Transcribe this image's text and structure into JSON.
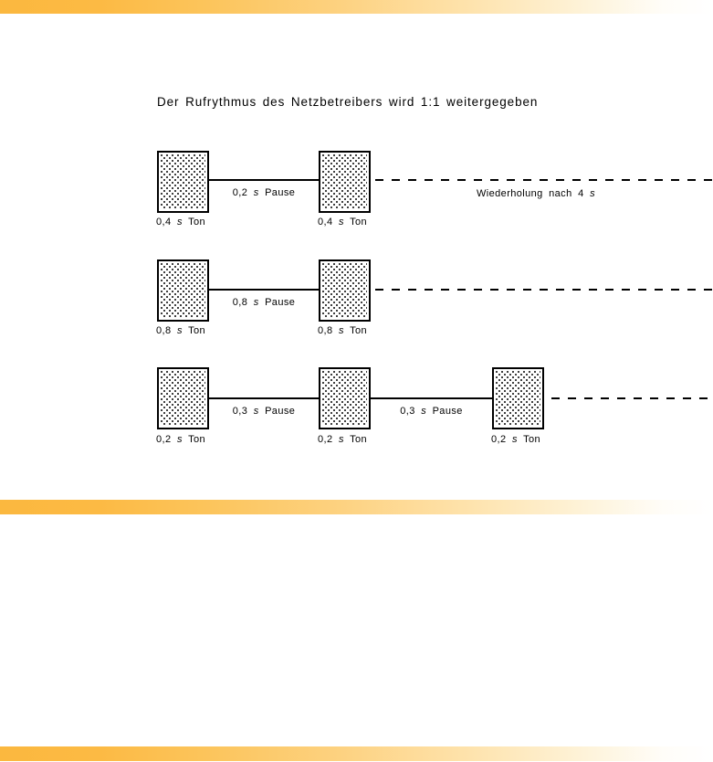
{
  "title": "Der Rufrythmus des Netzbetreibers wird 1:1 weitergegeben",
  "colors": {
    "accent_orange": "#fbb83f",
    "diagram_ink": "#000000",
    "background": "#ffffff"
  },
  "rows": [
    {
      "name": "rhythm-0.4s-tone",
      "tone_value": "0,4",
      "tone_unit": "s",
      "tone_word": "Ton",
      "pause_value": "0,2",
      "pause_unit": "s",
      "pause_word": "Pause",
      "repeat_text": "Wiederholung nach",
      "repeat_value": "4",
      "repeat_unit": "s"
    },
    {
      "name": "rhythm-0.8s-tone",
      "tone_value": "0,8",
      "tone_unit": "s",
      "tone_word": "Ton",
      "pause_value": "0,8",
      "pause_unit": "s",
      "pause_word": "Pause"
    },
    {
      "name": "rhythm-0.2s-tone",
      "tone_value": "0,2",
      "tone_unit": "s",
      "tone_word": "Ton",
      "pause_value": "0,3",
      "pause_unit": "s",
      "pause_word": "Pause"
    }
  ]
}
